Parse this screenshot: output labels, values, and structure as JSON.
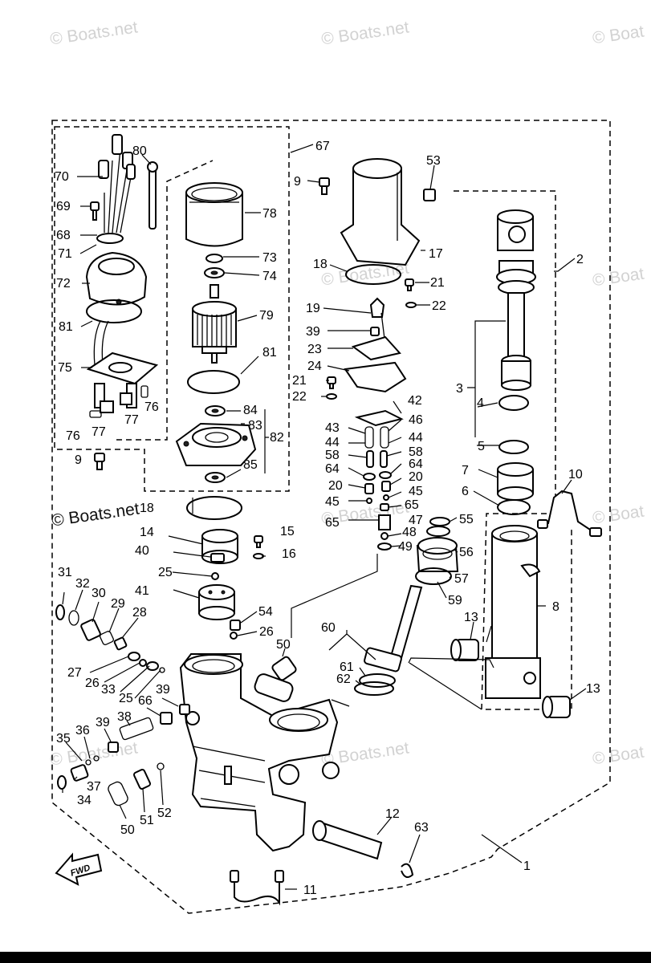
{
  "watermark": {
    "text": "© Boats.net",
    "strong_text": "© Boats.net",
    "partial_text": "© Boat"
  },
  "fwd_label": "FWD",
  "callouts": [
    {
      "id": "c1",
      "text": "1"
    },
    {
      "id": "c2",
      "text": "2"
    },
    {
      "id": "c3",
      "text": "3"
    },
    {
      "id": "c4",
      "text": "4"
    },
    {
      "id": "c5",
      "text": "5"
    },
    {
      "id": "c6",
      "text": "6"
    },
    {
      "id": "c7",
      "text": "7"
    },
    {
      "id": "c8",
      "text": "8"
    },
    {
      "id": "c9a",
      "text": "9"
    },
    {
      "id": "c9b",
      "text": "9"
    },
    {
      "id": "c10",
      "text": "10"
    },
    {
      "id": "c11",
      "text": "11"
    },
    {
      "id": "c12",
      "text": "12"
    },
    {
      "id": "c13a",
      "text": "13"
    },
    {
      "id": "c13b",
      "text": "13"
    },
    {
      "id": "c14",
      "text": "14"
    },
    {
      "id": "c15",
      "text": "15"
    },
    {
      "id": "c16",
      "text": "16"
    },
    {
      "id": "c17",
      "text": "17"
    },
    {
      "id": "c18a",
      "text": "18"
    },
    {
      "id": "c18b",
      "text": "18"
    },
    {
      "id": "c19",
      "text": "19"
    },
    {
      "id": "c20a",
      "text": "20"
    },
    {
      "id": "c20b",
      "text": "20"
    },
    {
      "id": "c21a",
      "text": "21"
    },
    {
      "id": "c21b",
      "text": "21"
    },
    {
      "id": "c22a",
      "text": "22"
    },
    {
      "id": "c22b",
      "text": "22"
    },
    {
      "id": "c23",
      "text": "23"
    },
    {
      "id": "c24",
      "text": "24"
    },
    {
      "id": "c25a",
      "text": "25"
    },
    {
      "id": "c25b",
      "text": "25"
    },
    {
      "id": "c26a",
      "text": "26"
    },
    {
      "id": "c26b",
      "text": "26"
    },
    {
      "id": "c27",
      "text": "27"
    },
    {
      "id": "c28",
      "text": "28"
    },
    {
      "id": "c29",
      "text": "29"
    },
    {
      "id": "c30",
      "text": "30"
    },
    {
      "id": "c31",
      "text": "31"
    },
    {
      "id": "c32",
      "text": "32"
    },
    {
      "id": "c33",
      "text": "33"
    },
    {
      "id": "c34",
      "text": "34"
    },
    {
      "id": "c35",
      "text": "35"
    },
    {
      "id": "c36",
      "text": "36"
    },
    {
      "id": "c37",
      "text": "37"
    },
    {
      "id": "c38",
      "text": "38"
    },
    {
      "id": "c39a",
      "text": "39"
    },
    {
      "id": "c39b",
      "text": "39"
    },
    {
      "id": "c39c",
      "text": "39"
    },
    {
      "id": "c40",
      "text": "40"
    },
    {
      "id": "c41",
      "text": "41"
    },
    {
      "id": "c42",
      "text": "42"
    },
    {
      "id": "c43",
      "text": "43"
    },
    {
      "id": "c44a",
      "text": "44"
    },
    {
      "id": "c44b",
      "text": "44"
    },
    {
      "id": "c45a",
      "text": "45"
    },
    {
      "id": "c45b",
      "text": "45"
    },
    {
      "id": "c46",
      "text": "46"
    },
    {
      "id": "c47",
      "text": "47"
    },
    {
      "id": "c48",
      "text": "48"
    },
    {
      "id": "c49",
      "text": "49"
    },
    {
      "id": "c50a",
      "text": "50"
    },
    {
      "id": "c50b",
      "text": "50"
    },
    {
      "id": "c51",
      "text": "51"
    },
    {
      "id": "c52",
      "text": "52"
    },
    {
      "id": "c53",
      "text": "53"
    },
    {
      "id": "c54",
      "text": "54"
    },
    {
      "id": "c55",
      "text": "55"
    },
    {
      "id": "c56",
      "text": "56"
    },
    {
      "id": "c57",
      "text": "57"
    },
    {
      "id": "c58a",
      "text": "58"
    },
    {
      "id": "c58b",
      "text": "58"
    },
    {
      "id": "c59",
      "text": "59"
    },
    {
      "id": "c60",
      "text": "60"
    },
    {
      "id": "c61",
      "text": "61"
    },
    {
      "id": "c62",
      "text": "62"
    },
    {
      "id": "c63",
      "text": "63"
    },
    {
      "id": "c64a",
      "text": "64"
    },
    {
      "id": "c64b",
      "text": "64"
    },
    {
      "id": "c65a",
      "text": "65"
    },
    {
      "id": "c65b",
      "text": "65"
    },
    {
      "id": "c66",
      "text": "66"
    },
    {
      "id": "c67",
      "text": "67"
    },
    {
      "id": "c68",
      "text": "68"
    },
    {
      "id": "c69",
      "text": "69"
    },
    {
      "id": "c70",
      "text": "70"
    },
    {
      "id": "c71",
      "text": "71"
    },
    {
      "id": "c72",
      "text": "72"
    },
    {
      "id": "c73",
      "text": "73"
    },
    {
      "id": "c74",
      "text": "74"
    },
    {
      "id": "c75",
      "text": "75"
    },
    {
      "id": "c76a",
      "text": "76"
    },
    {
      "id": "c76b",
      "text": "76"
    },
    {
      "id": "c77a",
      "text": "77"
    },
    {
      "id": "c77b",
      "text": "77"
    },
    {
      "id": "c78",
      "text": "78"
    },
    {
      "id": "c79",
      "text": "79"
    },
    {
      "id": "c80",
      "text": "80"
    },
    {
      "id": "c81a",
      "text": "81"
    },
    {
      "id": "c81b",
      "text": "81"
    },
    {
      "id": "c82",
      "text": "82"
    },
    {
      "id": "c83",
      "text": "83"
    },
    {
      "id": "c84",
      "text": "84"
    },
    {
      "id": "c85",
      "text": "85"
    }
  ]
}
